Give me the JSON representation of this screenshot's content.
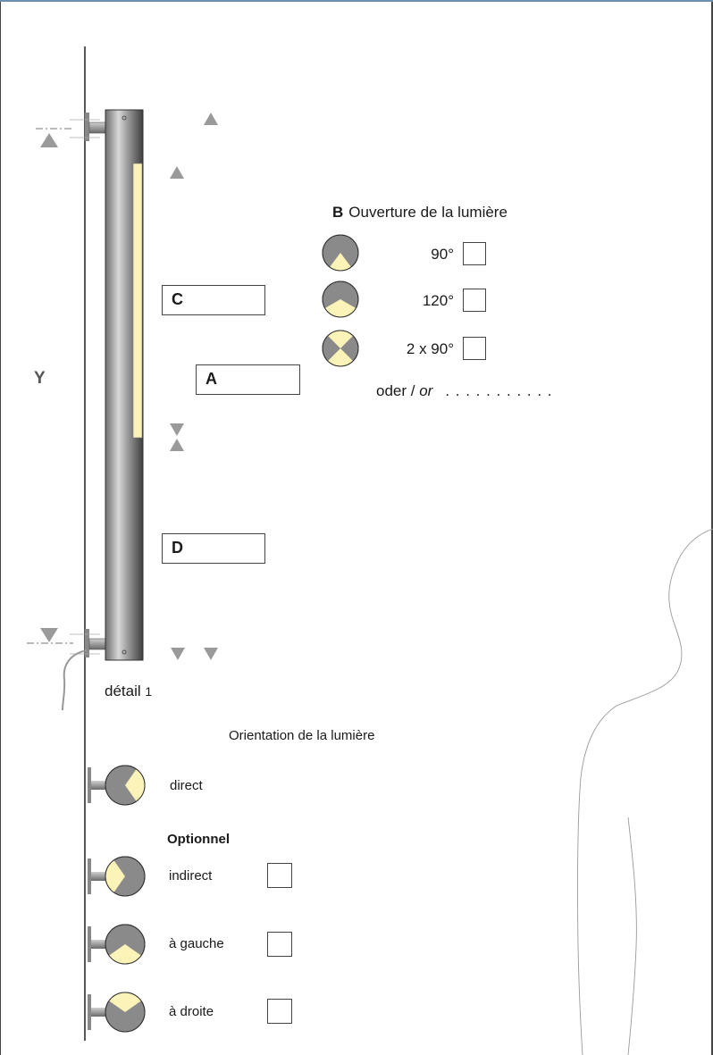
{
  "fixture_labels": {
    "c": "C",
    "a": "A",
    "d": "D"
  },
  "dimension_label": "Y",
  "opening": {
    "letter": "B",
    "title": "Ouverture de la lumière",
    "options": [
      "90°",
      "120°",
      "2 x 90°"
    ],
    "or_text": "oder / ",
    "or_italic": "or",
    "dots": ". . . . . . . . . . ."
  },
  "detail_label": "détail",
  "detail_number": "1",
  "orientation": {
    "title": "Orientation de la lumière",
    "default_label": "direct",
    "optional_heading": "Optionnel",
    "options": [
      "indirect",
      "à gauche",
      "à droite"
    ]
  },
  "colors": {
    "light": "#fbf3b8",
    "body": "#8a8a8a",
    "marker": "#9a9a9a"
  }
}
